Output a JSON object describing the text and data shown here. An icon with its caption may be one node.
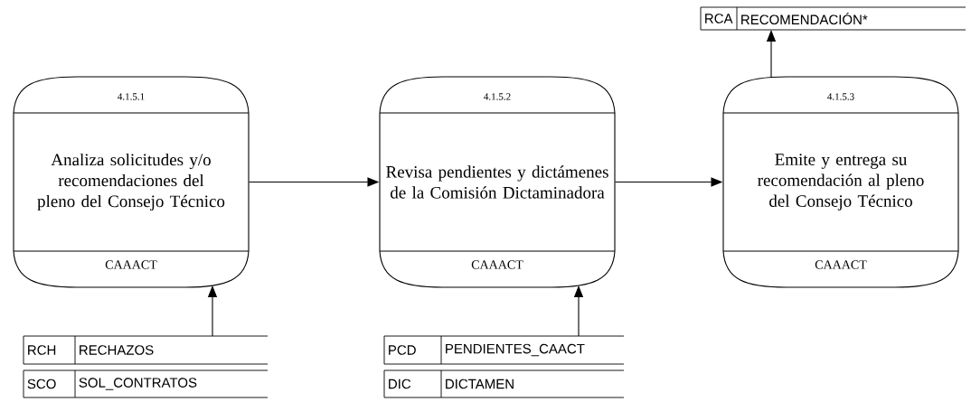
{
  "diagram": {
    "nodes": [
      {
        "text": [
          "4.1.5.1",
          "Analiza solicitudes y/o recomendaciones del pleno del Consejo Técnico",
          "CAAACT"
        ]
      },
      {
        "text": [
          "4.1.5.2",
          "Revisa pendientes y dictámenes de la Comisión Dictaminadora",
          "CAAACT"
        ]
      },
      {
        "text": [
          "4.1.5.3",
          "Emite y entrega su recomendación al pleno del Consejo Técnico",
          "CAAACT"
        ]
      },
      {
        "text": [
          "RCA",
          "RECOMENDACIÓN*"
        ]
      },
      {
        "text": [
          "RCH",
          "RECHAZOS"
        ]
      },
      {
        "text": [
          "SCO",
          "SOL_CONTRATOS"
        ]
      },
      {
        "text": [
          "PCD",
          "PENDIENTES_CAACT"
        ]
      },
      {
        "text": [
          "DIC",
          "DICTAMEN"
        ]
      }
    ],
    "edges": [
      {
        "from": 0,
        "to": 1,
        "arrow": "to"
      },
      {
        "from": 1,
        "to": 2,
        "arrow": "to"
      },
      {
        "from": 2,
        "to": 3,
        "arrow": "to"
      },
      {
        "from": 4,
        "to": 0,
        "arrow": "to"
      },
      {
        "from": 6,
        "to": 1,
        "arrow": "to"
      }
    ]
  }
}
